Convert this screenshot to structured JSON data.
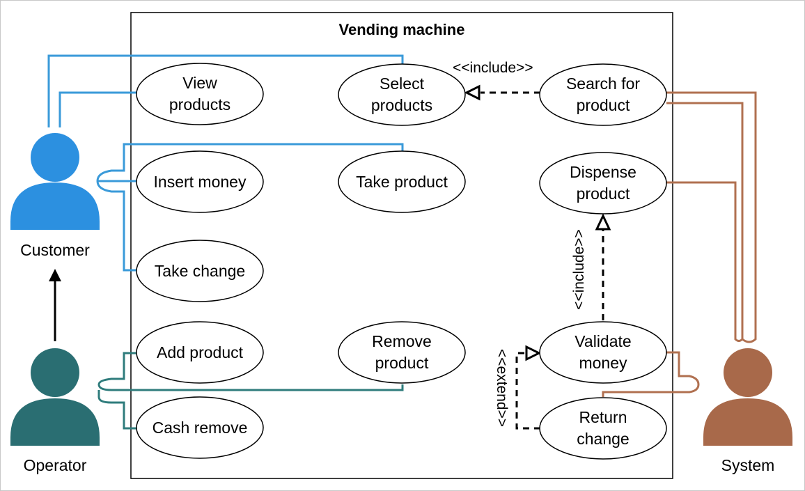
{
  "system": {
    "title": "Vending machine"
  },
  "actors": {
    "customer": {
      "label": "Customer",
      "color": "#2c90e0"
    },
    "operator": {
      "label": "Operator",
      "color": "#2a6e72"
    },
    "system": {
      "label": "System",
      "color": "#a8694a"
    }
  },
  "line_colors": {
    "customer": "#3a9ad9",
    "operator": "#2f7c7c",
    "system": "#b07050"
  },
  "use_cases": {
    "view_products": "View\nproducts",
    "insert_money": "Insert money",
    "take_change": "Take change",
    "add_product": "Add product",
    "cash_remove": "Cash remove",
    "select_products": "Select\nproducts",
    "take_product": "Take product",
    "remove_product": "Remove\nproduct",
    "search_for_product": "Search for\nproduct",
    "dispense_product": "Dispense\nproduct",
    "validate_money": "Validate\nmoney",
    "return_change": "Return\nchange"
  },
  "relations": {
    "include_search": "<<include>>",
    "include_validate": "<<include>>",
    "extend_return": "<<extend>>"
  }
}
